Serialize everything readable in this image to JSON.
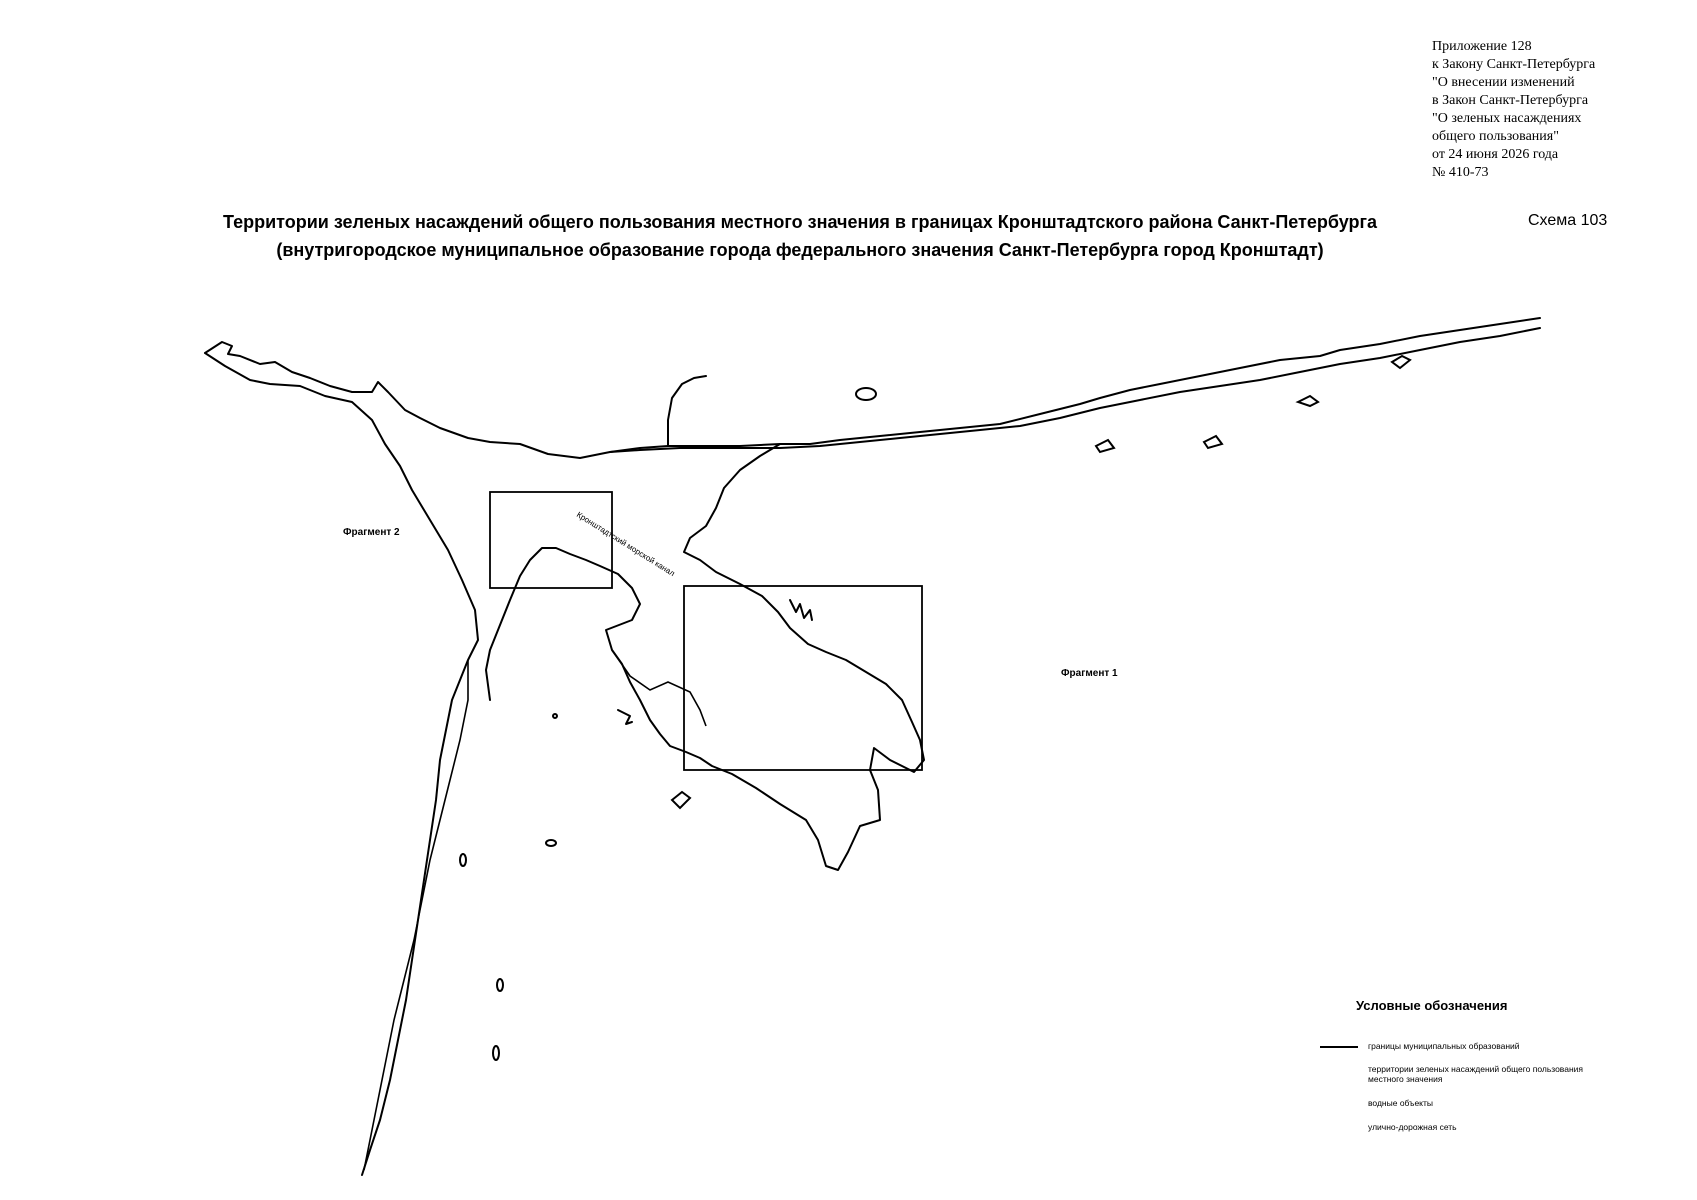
{
  "annex": {
    "lines": [
      "Приложение 128",
      "к Закону Санкт-Петербурга",
      "\"О внесении изменений",
      "в Закон Санкт-Петербурга",
      "\"О зеленых насаждениях",
      "общего пользования\"",
      "от 24 июня 2026 года",
      "№ 410-73"
    ]
  },
  "title": {
    "line1": "Территории зеленых насаждений общего пользования местного значения в границах Кронштадтского района Санкт-Петербурга",
    "line2": "(внутригородское муниципальное образование города федерального значения Санкт-Петербурга город Кронштадт)"
  },
  "scheme_number": "Схема 103",
  "map": {
    "fragments": [
      {
        "label": "Фрагмент 1"
      },
      {
        "label": "Фрагмент 2"
      }
    ],
    "canal_label": "Кронштадтский морской канал",
    "colors": {
      "line": "#000000",
      "background": "#ffffff"
    }
  },
  "legend": {
    "title": "Условные обозначения",
    "items": [
      {
        "label": "границы муниципальных образований",
        "swatch": "line"
      },
      {
        "label": "территории зеленых насаждений общего пользования местного значения",
        "swatch": "none"
      },
      {
        "label": "водные объекты",
        "swatch": "none"
      },
      {
        "label": "улично-дорожная сеть",
        "swatch": "none"
      }
    ]
  }
}
